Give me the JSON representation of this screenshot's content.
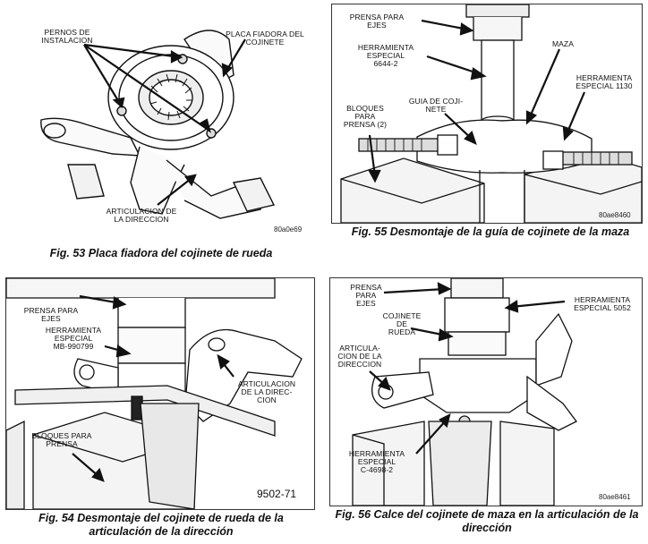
{
  "figures": [
    {
      "labels": {
        "pernos": "PERNOS DE\nINSTALACION",
        "placa": "PLACA FIADORA DEL\nCOJINETE",
        "articulacion": "ARTICULACION DE\nLA DIRECCION"
      },
      "code": "80a0e69",
      "caption": "Fig. 53 Placa fiadora del cojinete de rueda"
    },
    {
      "labels": {
        "prensa": "PRENSA PARA\nEJES",
        "herramienta": "HERRAMIENTA\nESPECIAL\n6644-2",
        "maza": "MAZA",
        "herramienta1130": "HERRAMIENTA\nESPECIAL 1130",
        "guia": "GUIA DE COJI-\nNETE",
        "bloques": "BLOQUES\nPARA\nPRENSA (2)"
      },
      "code": "80ae8460",
      "caption": "Fig. 55 Desmontaje de la guía de cojinete de la maza"
    },
    {
      "labels": {
        "prensa": "PRENSA PARA\nEJES",
        "herramienta": "HERRAMIENTA\nESPECIAL\nMB-990799",
        "articulacion": "ARTICULACION\nDE LA DIREC-\nCION",
        "bloques": "BLOQUES PARA\nPRENSA"
      },
      "code": "9502-71",
      "caption": "Fig. 54 Desmontaje del cojinete de rueda de la articulación de la dirección"
    },
    {
      "labels": {
        "prensa": "PRENSA\nPARA\nEJES",
        "herramienta5052": "HERRAMIENTA\nESPECIAL 5052",
        "cojinete": "COJINETE\nDE\nRUEDA",
        "articulacion": "ARTICULA-\nCION DE LA\nDIRECCION",
        "herramienta": "HERRAMIENTA\nESPECIAL\nC-4698-2"
      },
      "code": "80ae8461",
      "caption": "Fig. 56 Calce del cojinete de maza en la articulación de la dirección"
    }
  ]
}
